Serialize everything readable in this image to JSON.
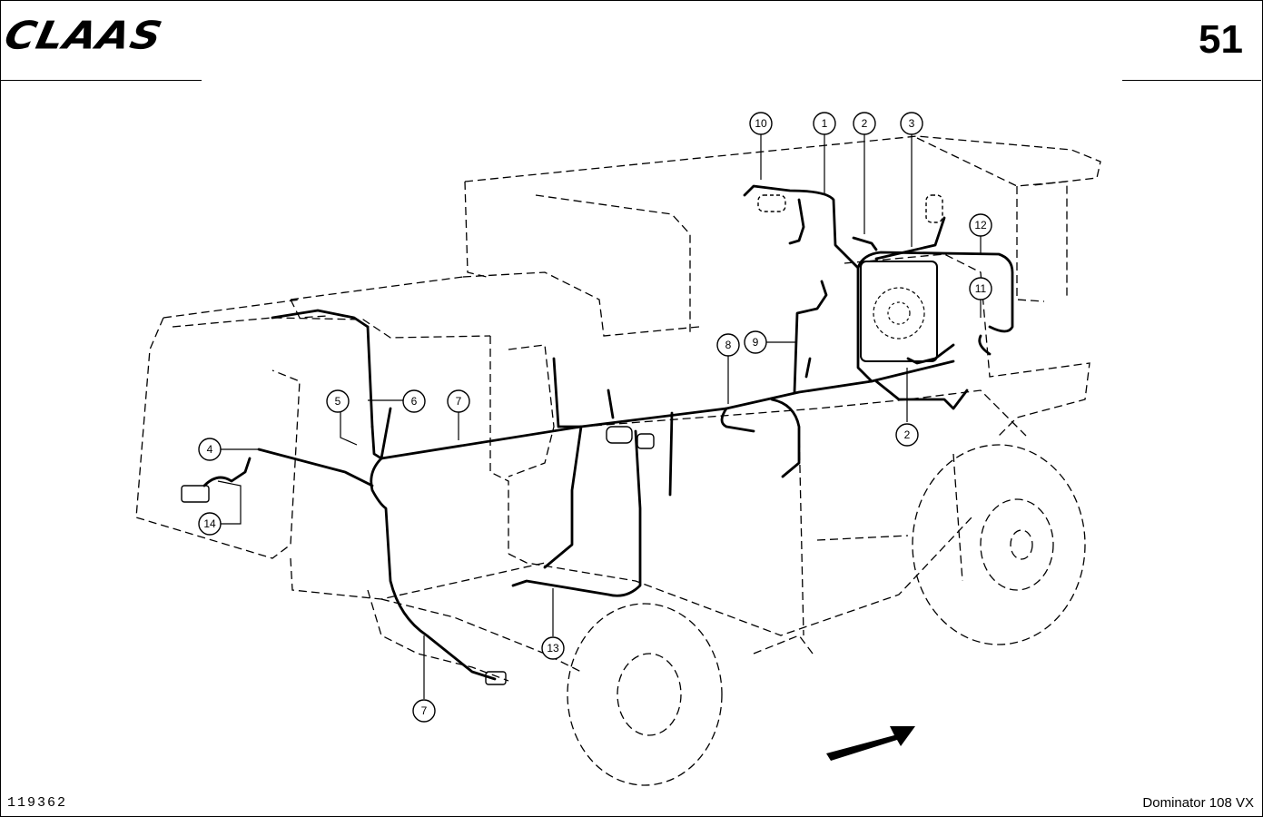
{
  "header": {
    "brand": "CLAAS",
    "page_number": "51"
  },
  "footer": {
    "document_number": "119362",
    "model": "Dominator 108 VX"
  },
  "callouts": [
    "1",
    "2",
    "2",
    "3",
    "4",
    "5",
    "6",
    "7",
    "7",
    "8",
    "9",
    "10",
    "11",
    "12",
    "13",
    "14"
  ]
}
